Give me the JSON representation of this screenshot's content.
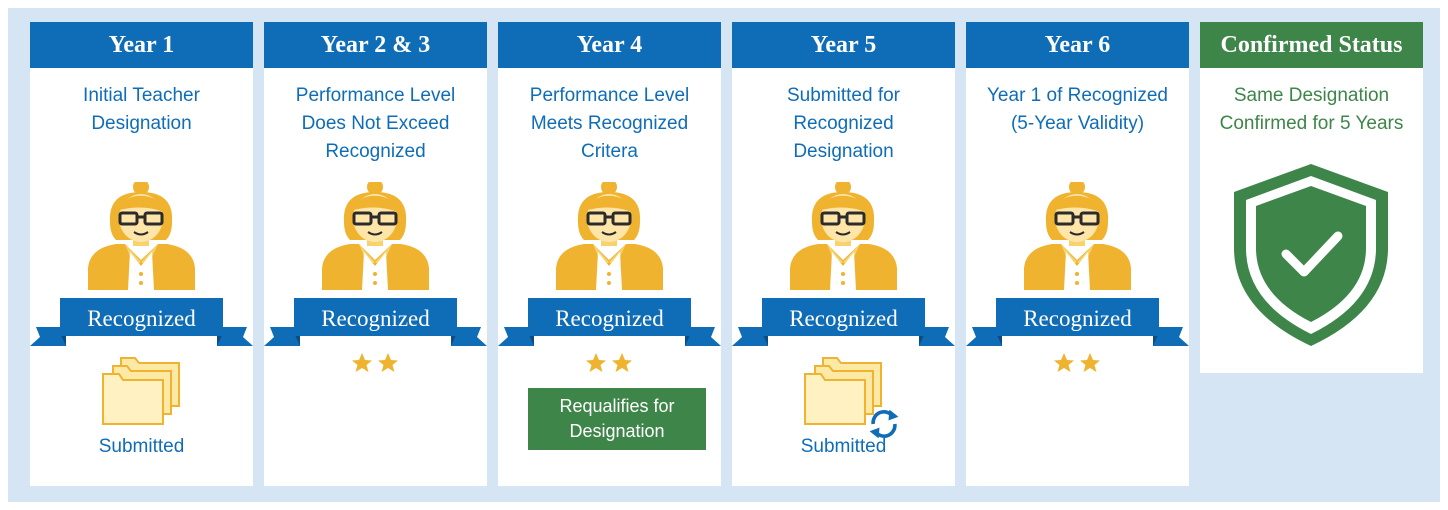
{
  "cards": [
    {
      "title": "Year 1",
      "description": "Initial Teacher\nDesignation",
      "badge": "Recognized",
      "folder_label": "Submitted"
    },
    {
      "title": "Year 2 & 3",
      "description": "Performance Level\nDoes Not Exceed\nRecognized",
      "badge": "Recognized"
    },
    {
      "title": "Year 4",
      "description": "Performance Level\nMeets Recognized\nCritera",
      "badge": "Recognized",
      "requalifies": "Requalifies for\nDesignation"
    },
    {
      "title": "Year 5",
      "description": "Submitted for\nRecognized\nDesignation",
      "badge": "Recognized",
      "folder_label": "Submitted"
    },
    {
      "title": "Year 6",
      "description": "Year 1 of Recognized\n(5-Year Validity)",
      "badge": "Recognized"
    },
    {
      "title": "Confirmed Status",
      "description": "Same Designation\nConfirmed for 5 Years"
    }
  ],
  "colors": {
    "blue": "#0f6db7",
    "green": "#3e8549",
    "gold": "#f0b32f",
    "background": "#d6e5f3"
  },
  "icons": [
    "teacher-icon",
    "ribbon-banner-icon",
    "star-icon",
    "folder-stack-icon",
    "refresh-icon",
    "shield-check-icon"
  ]
}
